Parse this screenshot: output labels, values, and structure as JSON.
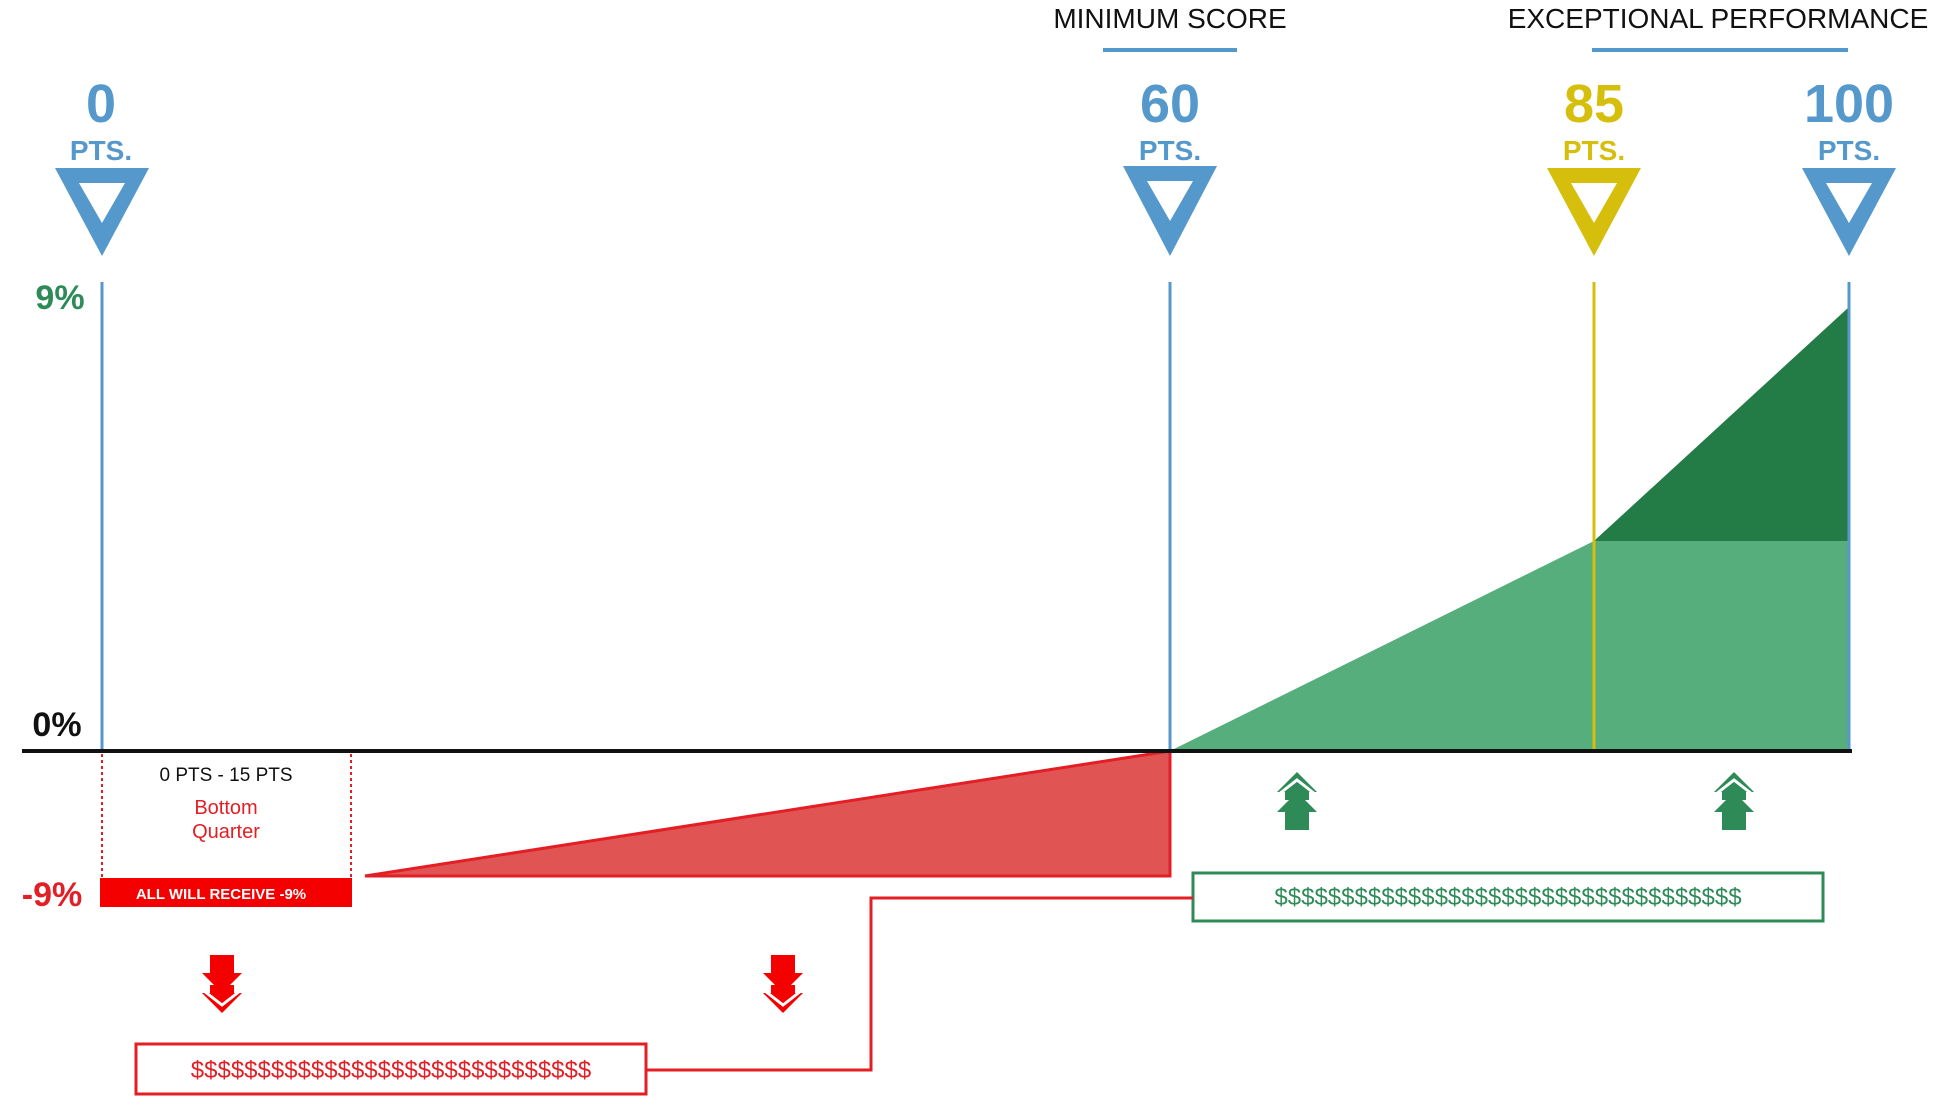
{
  "colors": {
    "blue": "#5598CC",
    "yellow": "#D6BF0C",
    "green_light": "#56AE7C",
    "green_dark": "#237B46",
    "green_text": "#2E8B57",
    "red": "#E31E24",
    "red_fill": "#E05454",
    "black": "#111111"
  },
  "headers": {
    "minimum_score": "MINIMUM SCORE",
    "exceptional_performance": "EXCEPTIONAL PERFORMANCE"
  },
  "markers": [
    {
      "value": "0",
      "unit": "PTS.",
      "color": "blue"
    },
    {
      "value": "60",
      "unit": "PTS.",
      "color": "blue"
    },
    {
      "value": "85",
      "unit": "PTS.",
      "color": "yellow"
    },
    {
      "value": "100",
      "unit": "PTS.",
      "color": "blue"
    }
  ],
  "y_labels": {
    "top": "9%",
    "zero": "0%",
    "bottom": "-9%"
  },
  "bottom_quarter": {
    "range": "0 PTS - 15 PTS",
    "line1": "Bottom",
    "line2": "Quarter",
    "banner": "ALL WILL RECEIVE -9%"
  },
  "money": {
    "positive": "$$$$$$$$$$$$$$$$$$$$$$$$$$$$$$$$$$$",
    "negative": "$$$$$$$$$$$$$$$$$$$$$$$$$$$$$$"
  },
  "icons": {
    "up_arrows": [
      "double-chevron-up-icon",
      "double-chevron-up-icon"
    ],
    "down_arrows": [
      "double-chevron-down-icon",
      "double-chevron-down-icon"
    ]
  }
}
